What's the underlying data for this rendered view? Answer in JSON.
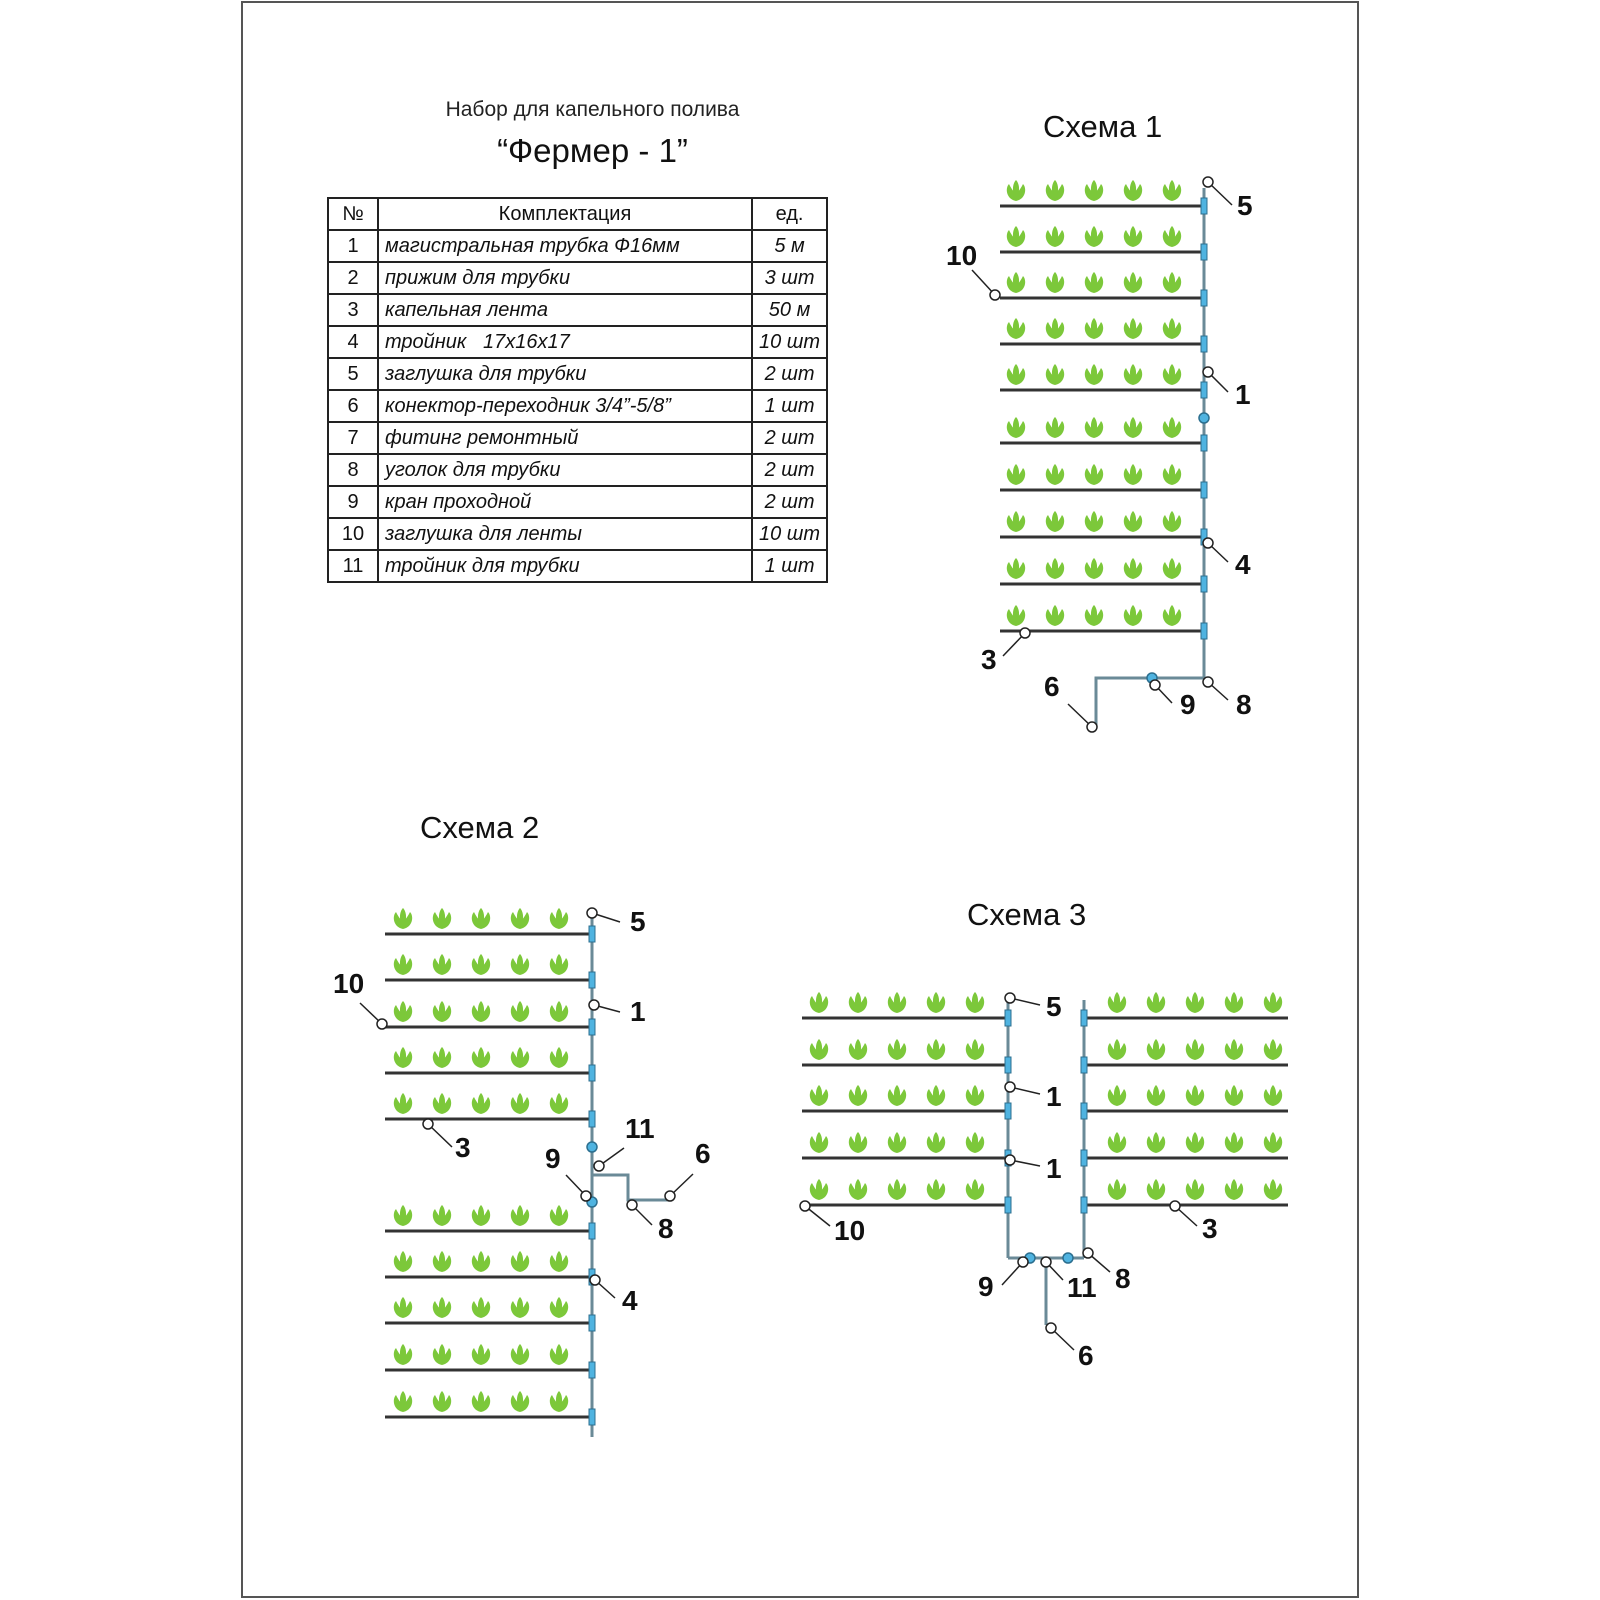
{
  "header": {
    "subtitle": "Набор для капельного полива",
    "title": "“Фермер - 1”"
  },
  "table": {
    "columns": [
      "№",
      "Комплектация",
      "ед."
    ],
    "rows": [
      {
        "no": "1",
        "item": "магистральная трубка Ф16мм",
        "unit": "5 м"
      },
      {
        "no": "2",
        "item": "прижим для трубки",
        "unit": "3 шт"
      },
      {
        "no": "3",
        "item": "капельная лента",
        "unit": "50 м"
      },
      {
        "no": "4",
        "item": "тройник   17х16х17",
        "unit": "10 шт"
      },
      {
        "no": "5",
        "item": "заглушка для трубки",
        "unit": "2 шт"
      },
      {
        "no": "6",
        "item": "конектор-переходник 3/4”-5/8”",
        "unit": "1 шт"
      },
      {
        "no": "7",
        "item": "фитинг ремонтный",
        "unit": "2 шт"
      },
      {
        "no": "8",
        "item": "уголок для трубки",
        "unit": "2 шт"
      },
      {
        "no": "9",
        "item": "кран проходной",
        "unit": "2 шт"
      },
      {
        "no": "10",
        "item": "заглушка для ленты",
        "unit": "10 шт"
      },
      {
        "no": "11",
        "item": "тройник для трубки",
        "unit": "1 шт"
      }
    ]
  },
  "schemes": [
    {
      "title": "Схема 1"
    },
    {
      "title": "Схема 2"
    },
    {
      "title": "Схема 3"
    }
  ],
  "colors": {
    "plant": "#7cc83a",
    "pipe": "#6a8a97",
    "fitting": "#4fb3e0",
    "tape": "#333333"
  }
}
